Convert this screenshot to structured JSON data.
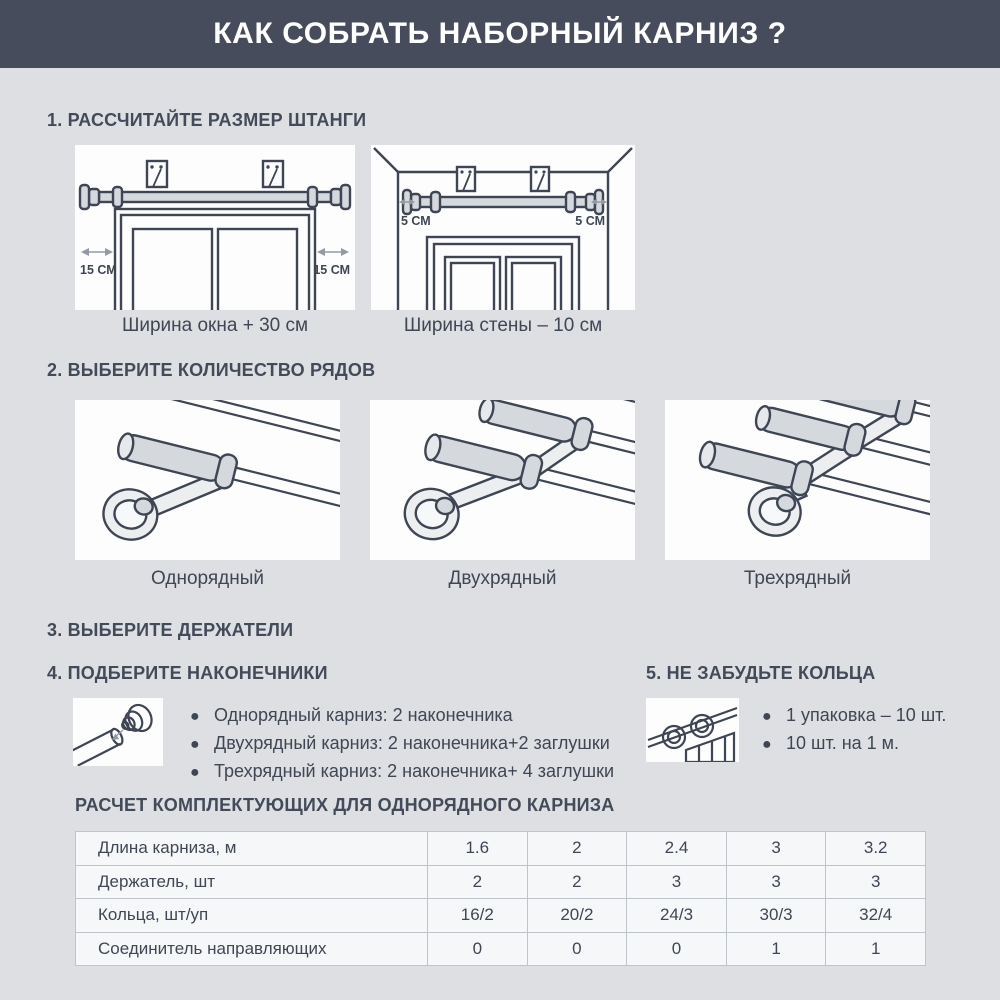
{
  "colors": {
    "header_bg": "#464c5b",
    "page_bg": "#dddfe2",
    "text": "#3f4654",
    "panel_bg": "#fdfdfd",
    "table_cell_bg": "#f6f7f8",
    "table_border": "#bfc4ca",
    "line_art": "#3e4554",
    "arrow_gray": "#939aa4"
  },
  "header": {
    "title": "КАК СОБРАТЬ НАБОРНЫЙ КАРНИЗ ?"
  },
  "steps": {
    "step1": {
      "heading": "1. РАССЧИТАЙТЕ РАЗМЕР ШТАНГИ",
      "window_panel": {
        "labels": [
          "15 СМ",
          "15 СМ"
        ],
        "caption": "Ширина окна + 30 см"
      },
      "wall_panel": {
        "labels": [
          "5 СМ",
          "5 СМ"
        ],
        "caption": "Ширина стены – 10 см"
      }
    },
    "step2": {
      "heading": "2. ВЫБЕРИТЕ КОЛИЧЕСТВО РЯДОВ",
      "options": [
        "Однорядный",
        "Двухрядный",
        "Трехрядный"
      ]
    },
    "step3": {
      "heading": "3. ВЫБЕРИТЕ ДЕРЖАТЕЛИ"
    },
    "step4": {
      "heading": "4. ПОДБЕРИТЕ НАКОНЕЧНИКИ",
      "bullets": [
        "Однорядный карниз: 2 наконечника",
        "Двухрядный карниз: 2 наконечника+2 заглушки",
        "Трехрядный карниз: 2 наконечника+ 4 заглушки"
      ]
    },
    "step5": {
      "heading": "5. НЕ ЗАБУДЬТЕ КОЛЬЦА",
      "bullets": [
        "1 упаковка – 10 шт.",
        "10 шт. на 1 м."
      ]
    }
  },
  "table": {
    "title": "РАСЧЕТ КОМПЛЕКТУЮЩИХ ДЛЯ ОДНОРЯДНОГО КАРНИЗА",
    "rows": [
      {
        "label": "Длина карниза, м",
        "values": [
          "1.6",
          "2",
          "2.4",
          "3",
          "3.2"
        ]
      },
      {
        "label": "Держатель, шт",
        "values": [
          "2",
          "2",
          "3",
          "3",
          "3"
        ]
      },
      {
        "label": "Кольца, шт/уп",
        "values": [
          "16/2",
          "20/2",
          "24/3",
          "30/3",
          "32/4"
        ]
      },
      {
        "label": "Соединитель направляющих",
        "values": [
          "0",
          "0",
          "0",
          "1",
          "1"
        ]
      }
    ]
  }
}
